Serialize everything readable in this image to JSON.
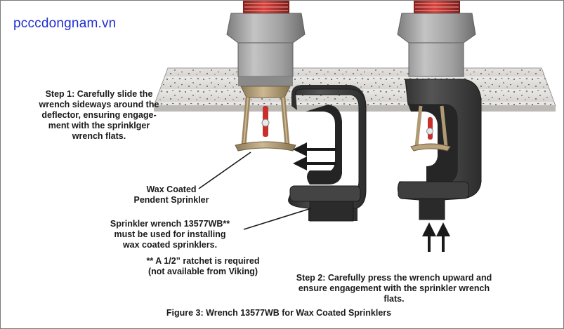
{
  "brand": {
    "text": "pcccdongnam.vn",
    "color": "#1f2fd0"
  },
  "annotations": {
    "step1": "Step 1: Carefully slide the\nwrench sideways around the\ndeflector, ensuring engage-\nment with the sprinklger\nwrench flats.",
    "wax_label": "Wax Coated\nPendent Sprinkler",
    "wrench_note": "Sprinkler wrench 13577WB**\nmust be used for installing\nwax coated sprinklers.",
    "ratchet_note": "** A 1/2” ratchet is required\n(not available from Viking)",
    "step2": "Step 2: Carefully press the wrench upward and\nensure engagement with the sprinkler wrench\nflats."
  },
  "caption": "Figure 3:  Wrench 13577WB for Wax Coated Sprinklers",
  "icons": {
    "left_arrows": "double-arrow-left-icon",
    "up_arrows": "double-arrow-up-icon"
  },
  "colors": {
    "ceiling": "#e3e1df",
    "pipe_red": "#c8302c",
    "fitting_gray": "#a7a7a7",
    "sprinkler_brass": "#b9a27c",
    "wrench_black": "#3b3b3b",
    "text": "#1a1a1a"
  }
}
